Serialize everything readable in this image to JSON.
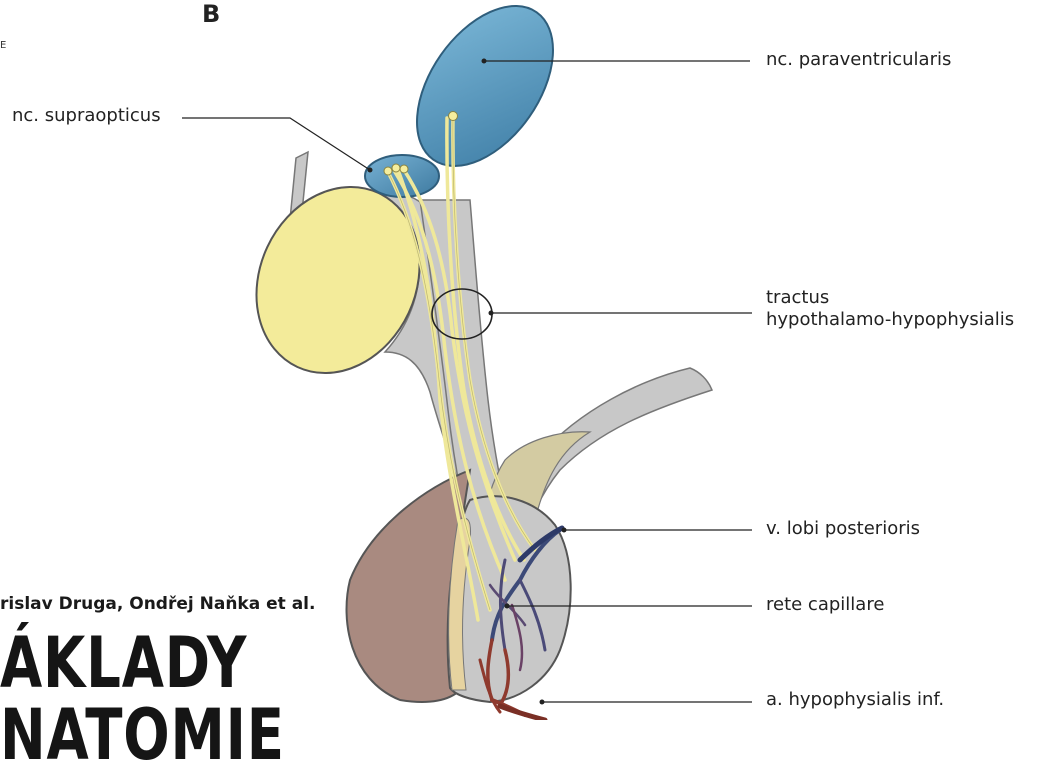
{
  "panel_letter": "B",
  "corner_mark": "E",
  "labels": {
    "paraventricularis": "nc. paraventricularis",
    "supraopticus": "nc. supraopticus",
    "tractus_line1": "tractus",
    "tractus_line2": "hypothalamo-hypophysialis",
    "lobi_posterioris": "v. lobi posterioris",
    "rete_capillare": "rete capillare",
    "hypophysialis_inf": "a. hypophysialis inf."
  },
  "book": {
    "authors": "rislav Druga, Ondřej Naňka et al.",
    "title_line1": "ÁKLADY",
    "title_line2": "NATOMIE"
  },
  "colors": {
    "nucleus_blue": "#5f9fc4",
    "tract_yellow": "#efe89a",
    "tissue_gray": "#c8c8c8",
    "anterior_lobe": "#a98a80",
    "vein": "#3c4a78",
    "artery": "#8f3a2e"
  }
}
